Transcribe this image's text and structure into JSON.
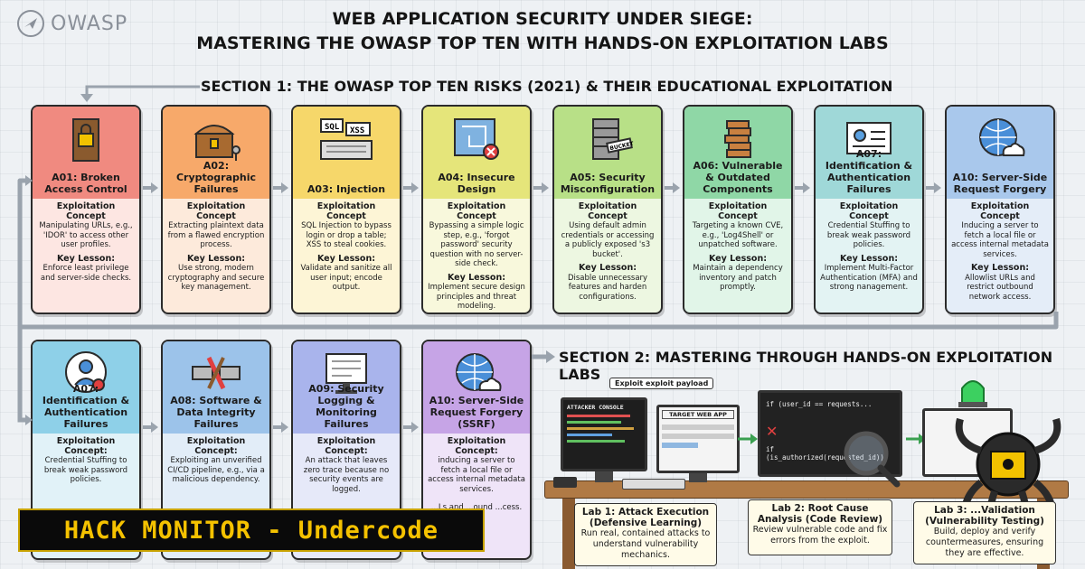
{
  "logo": {
    "text": "OWASP"
  },
  "title": {
    "line1": "WEB APPLICATION SECURITY UNDER SIEGE:",
    "line2": "MASTERING THE OWASP TOP TEN WITH HANDS-ON EXPLOITATION LABS"
  },
  "section1": {
    "title": "SECTION 1: THE OWASP TOP TEN RISKS (2021) & THEIR EDUCATIONAL EXPLOITATION"
  },
  "section2": {
    "title": "SECTION 2: MASTERING THROUGH HANDS-ON EXPLOITATION LABS"
  },
  "labels": {
    "concept": "Exploitation Concept",
    "concept_colon": "Exploitation Concept:",
    "lesson": "Key Lesson:"
  },
  "row1": [
    {
      "title": "A01: Broken Access Control",
      "icon": "locked-door-icon",
      "color": "#f08a80",
      "body": "#fde6e2",
      "concept": "Manipulating URLs, e.g., 'IDOR' to access other user profiles.",
      "lesson": "Enforce least privilege and server-side checks."
    },
    {
      "title": "A02: Cryptographic Failures",
      "icon": "treasure-chest-icon",
      "color": "#f7a96a",
      "body": "#fdeadb",
      "concept": "Extracting plaintext data from a flawed encryption process.",
      "lesson": "Use strong, modern cryptography and secure key management."
    },
    {
      "title": "A03: Injection",
      "icon": "sql-keyboard-icon",
      "color": "#f6d76a",
      "body": "#fdf5d6",
      "concept": "SQL Injection to bypass login or drop a table; XSS to steal cookies.",
      "lesson": "Validate and sanitize all user input; encode output."
    },
    {
      "title": "A04: Insecure Design",
      "icon": "blueprint-icon",
      "color": "#e5e57a",
      "body": "#f8f8dc",
      "concept": "Bypassing a simple logic step, e.g., 'forgot password' security question with no server-side check.",
      "lesson": "Implement secure design principles and threat modeling."
    },
    {
      "title": "A05: Security Misconfiguration",
      "icon": "server-icon",
      "color": "#b8e087",
      "body": "#edf7e1",
      "concept": "Using default admin credentials or accessing a publicly exposed 's3 bucket'.",
      "lesson": "Disable unnecessary features and harden configurations."
    },
    {
      "title": "A06: Vulnerable & Outdated Components",
      "icon": "jenga-tower-icon",
      "color": "#8fd7a6",
      "body": "#e1f5e8",
      "concept": "Targeting a known CVE, e.g., 'Log4Shell' or unpatched software.",
      "lesson": "Maintain a dependency inventory and patch promptly."
    },
    {
      "title": "A07: Identification & Authentication Failures",
      "icon": "id-card-icon",
      "color": "#9fd8d8",
      "body": "#e3f3f3",
      "concept": "Credential Stuffing to break weak password policies.",
      "lesson": "Implement Multi-Factor Authentication (MFA) and strong nanagement."
    },
    {
      "title": "A10: Server-Side Request Forgery",
      "icon": "globe-cloud-icon",
      "color": "#a9c8ec",
      "body": "#e4edf8",
      "concept": "Inducing a server to fetch a local file or access internal metadata services.",
      "lesson": "Allowlist URLs and restrict outbound network access."
    }
  ],
  "row2": [
    {
      "title": "A07: Identification & Authentication Failures",
      "icon": "user-profile-icon",
      "color": "#8ed0e8",
      "body": "#e1f2f8",
      "concept": "Credential Stuffing to break weak password policies."
    },
    {
      "title": "A08: Software & Data Integrity Failures",
      "icon": "broken-pipe-icon",
      "color": "#9cc3ea",
      "body": "#e2edf8",
      "concept": "Exploiting an unverified CI/CD pipeline, e.g., via a malicious dependency."
    },
    {
      "title": "A09: Security Logging & Monitoring Failures",
      "icon": "monitor-icon",
      "color": "#a9b4ec",
      "body": "#e6e9f9",
      "concept": "An attack that leaves zero trace because no security events are logged."
    },
    {
      "title": "A10: Server-Side Request Forgery (SSRF)",
      "icon": "globe-cloud-icon",
      "color": "#c6a4e6",
      "body": "#efe4f8",
      "concept": "inducing a server to fetch a local file or access internal metadata services.",
      "lesson_fragment": "...Ls and ...ound ...cess."
    }
  ],
  "lab_scene": {
    "payload_label": "Exploit exploit payload",
    "attacker_console": "ATTACKER CONSOLE",
    "target_app": "TARGET WEB APP",
    "code_line1": "if (user_id == requests...",
    "code_line2": "if (is_authorized(requested_id))"
  },
  "labs": [
    {
      "title": "Lab 1: Attack Execution (Defensive Learning)",
      "text": "Run real, contained attacks to understand vulnerability mechanics."
    },
    {
      "title": "Lab 2: Root Cause Analysis (Code Review)",
      "text": "Review vulnerable code and fix errors from the exploit."
    },
    {
      "title": "Lab 3: ...Validation (Vulnerability Testing)",
      "text": "Build, deploy and verify countermeasures, ensuring they are effective."
    }
  ],
  "banner": {
    "text": "HACK MONITOR - Undercode"
  },
  "colors": {
    "arrow": "#9aa3ad",
    "banner_text": "#f5c200"
  }
}
